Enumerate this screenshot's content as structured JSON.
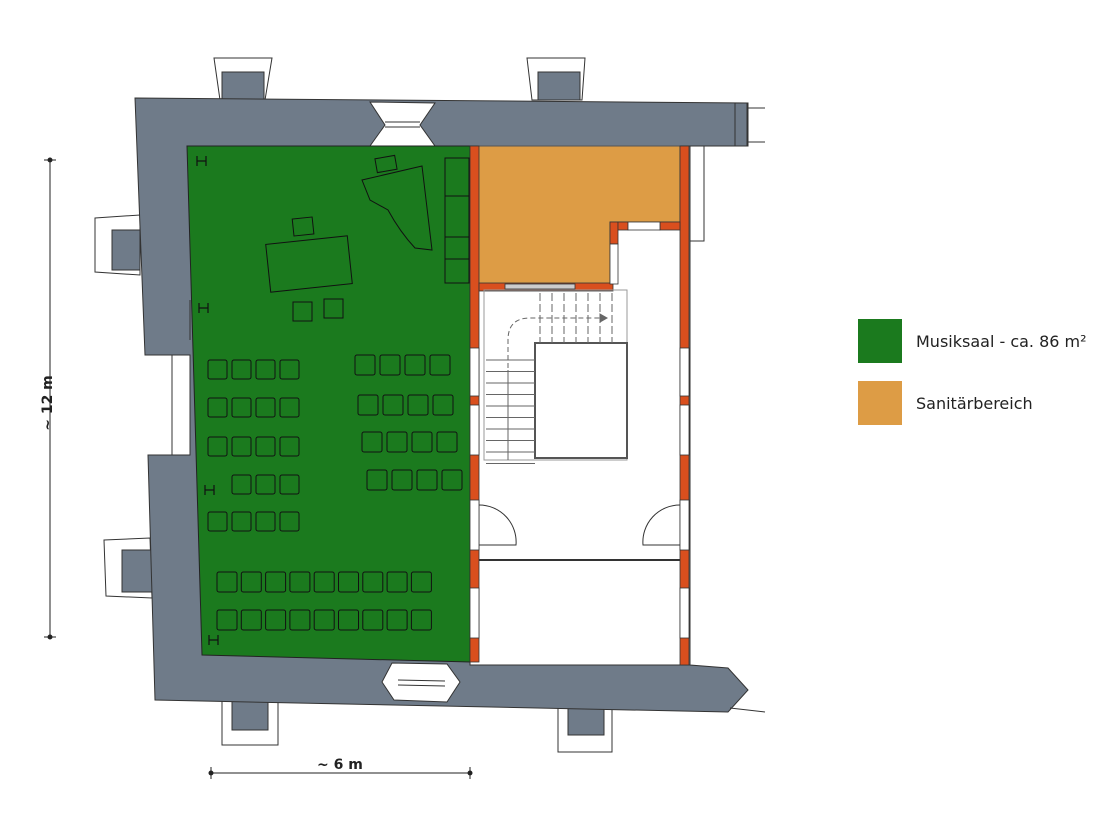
{
  "legend": {
    "items": [
      {
        "label": "Musiksaal - ca. 86 m²",
        "color": "#1b7a1e"
      },
      {
        "label": "Sanitärbereich",
        "color": "#dd9c45"
      }
    ]
  },
  "scale": {
    "vertical_label": "~ 12 m",
    "horizontal_label": "~ 6 m"
  },
  "colors": {
    "wall": "#6f7b89",
    "partition": "#d94f1e",
    "music_room": "#1b7a1e",
    "sanitary": "#dd9c45"
  }
}
